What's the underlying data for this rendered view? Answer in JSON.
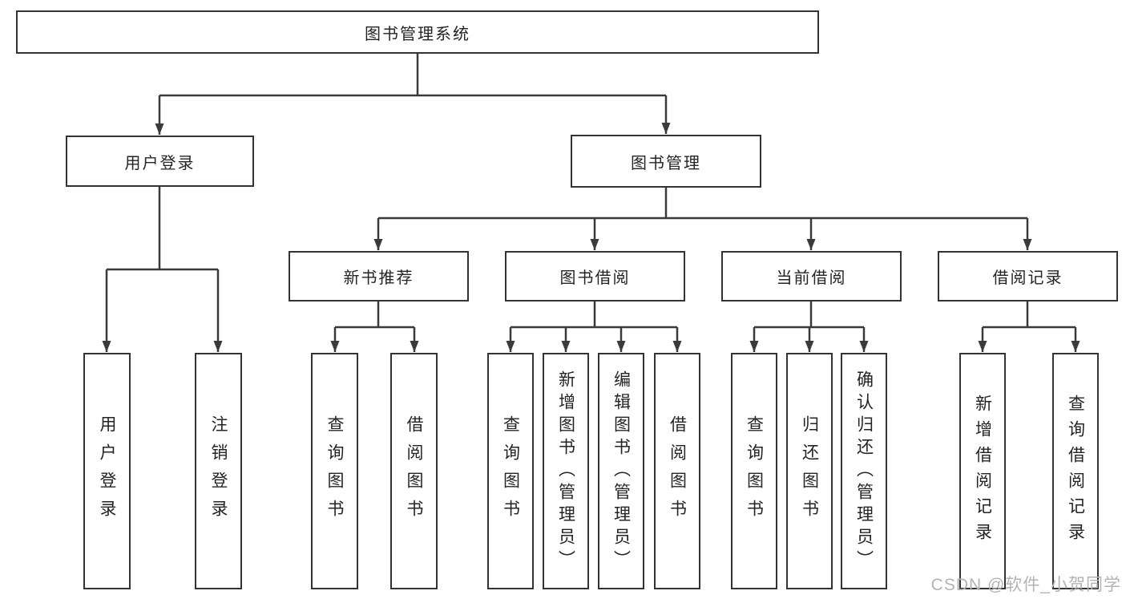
{
  "diagram": {
    "root": {
      "label": "图书管理系统"
    },
    "branches": [
      {
        "label": "用户登录",
        "children": [
          {
            "label": "用户登录"
          },
          {
            "label": "注销登录"
          }
        ]
      },
      {
        "label": "图书管理",
        "children": [
          {
            "label": "新书推荐",
            "children": [
              {
                "label": "查询图书"
              },
              {
                "label": "借阅图书"
              }
            ]
          },
          {
            "label": "图书借阅",
            "children": [
              {
                "label": "查询图书"
              },
              {
                "label": "新增图书（管理员）"
              },
              {
                "label": "编辑图书（管理员）"
              },
              {
                "label": "借阅图书"
              }
            ]
          },
          {
            "label": "当前借阅",
            "children": [
              {
                "label": "查询图书"
              },
              {
                "label": "归还图书"
              },
              {
                "label": "确认归还（管理员）"
              }
            ]
          },
          {
            "label": "借阅记录",
            "children": [
              {
                "label": "新增借阅记录"
              },
              {
                "label": "查询借阅记录"
              }
            ]
          }
        ]
      }
    ],
    "watermark": "CSDN @软件_小贺同学",
    "colors": {
      "line": "#3a3a3a",
      "box_border": "#333333",
      "text": "#242424",
      "background": "#ffffff",
      "watermark": "#b3b3b3"
    }
  }
}
